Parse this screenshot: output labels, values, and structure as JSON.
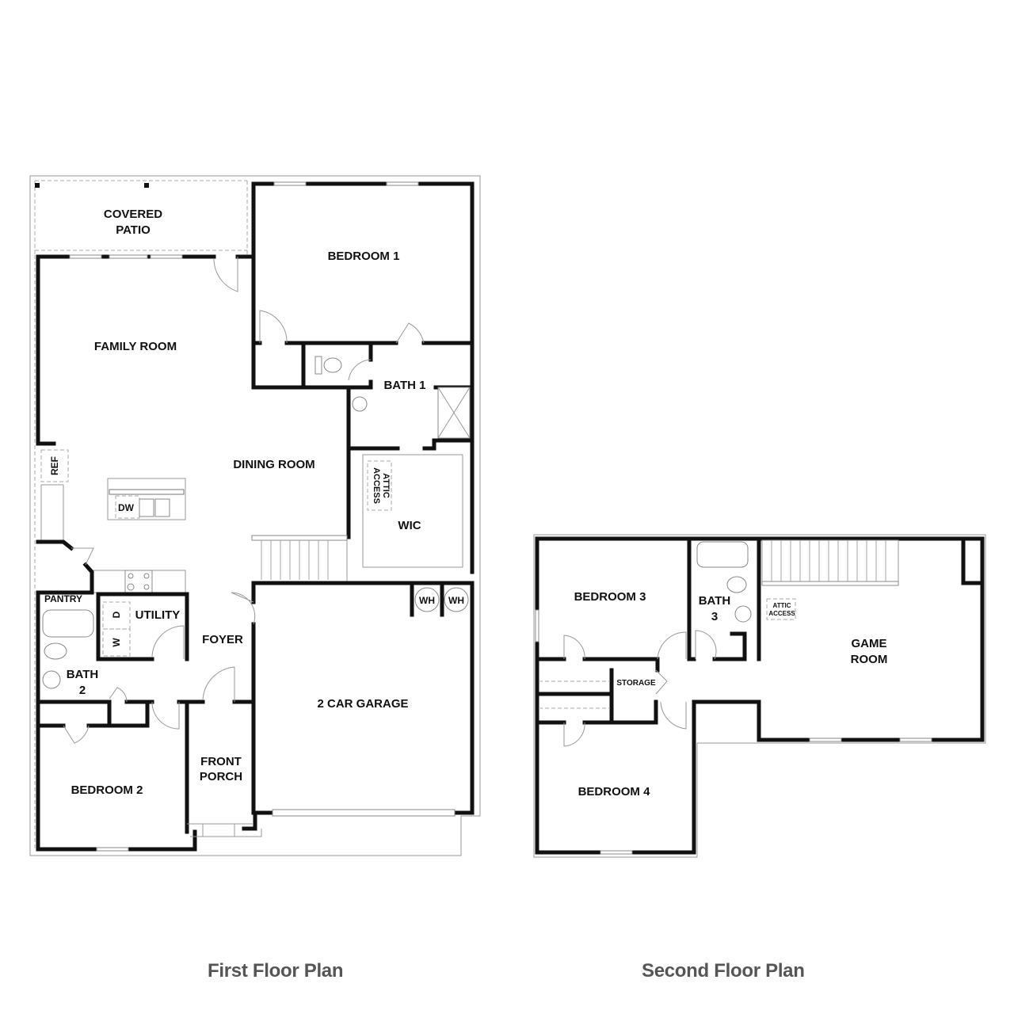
{
  "first_floor": {
    "caption": "First Floor Plan",
    "rooms": {
      "covered_patio_1": "COVERED",
      "covered_patio_2": "PATIO",
      "bedroom_1": "BEDROOM 1",
      "family_room": "FAMILY ROOM",
      "bath_1": "BATH 1",
      "dining_room": "DINING ROOM",
      "wic": "WIC",
      "attic_access_1": "ATTIC",
      "attic_access_2": "ACCESS",
      "pantry": "PANTRY",
      "utility": "UTILITY",
      "foyer": "FOYER",
      "bath_2_1": "BATH",
      "bath_2_2": "2",
      "garage": "2 CAR GARAGE",
      "bedroom_2": "BEDROOM 2",
      "front_porch_1": "FRONT",
      "front_porch_2": "PORCH"
    },
    "fixtures": {
      "ref": "REF",
      "dw": "DW",
      "washer": "W",
      "dryer": "D",
      "wh_1": "WH",
      "wh_2": "WH"
    }
  },
  "second_floor": {
    "caption": "Second Floor Plan",
    "rooms": {
      "bedroom_3": "BEDROOM 3",
      "bath_3_1": "BATH",
      "bath_3_2": "3",
      "attic_access_1": "ATTIC",
      "attic_access_2": "ACCESS",
      "game_room_1": "GAME",
      "game_room_2": "ROOM",
      "storage": "STORAGE",
      "bedroom_4": "BEDROOM 4"
    }
  },
  "colors": {
    "wall": "#111111",
    "caption": "#555555",
    "background": "#ffffff"
  }
}
